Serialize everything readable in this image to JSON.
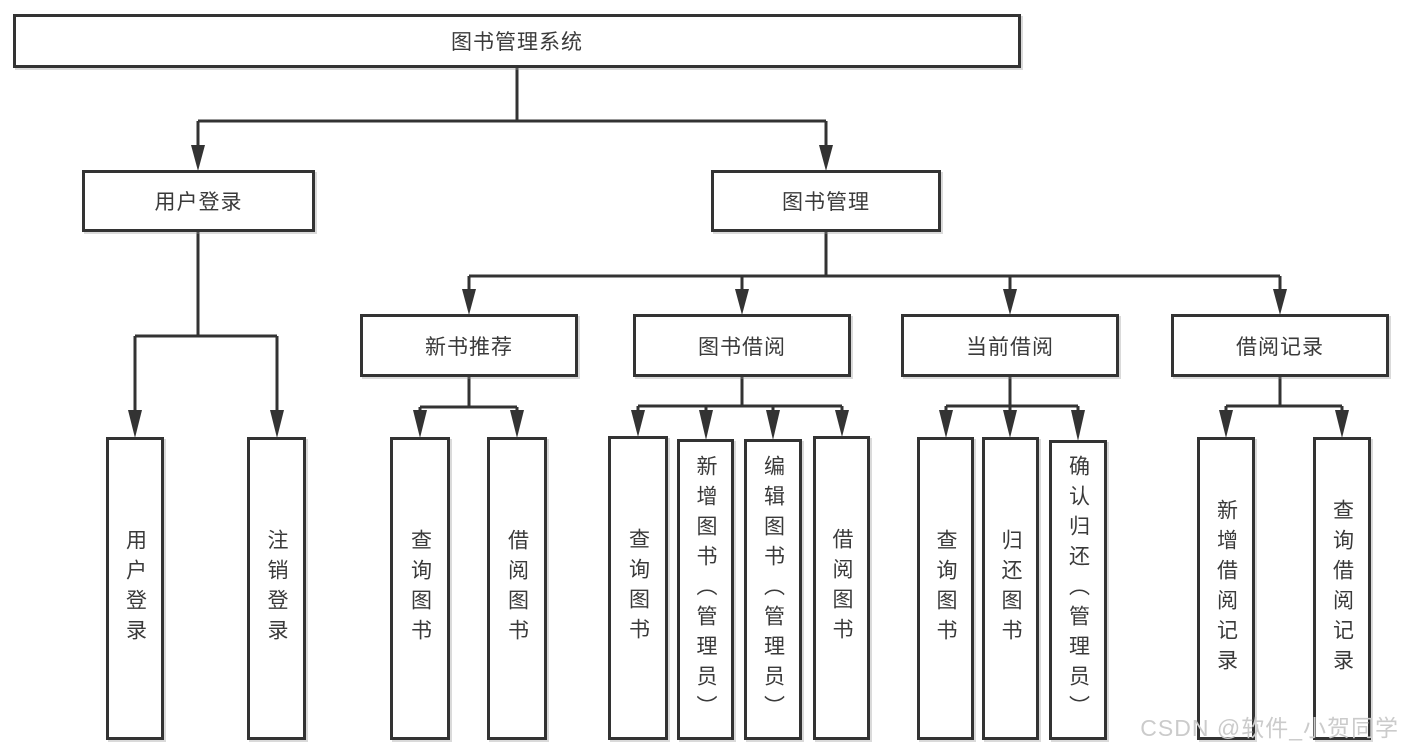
{
  "tree": {
    "root": "图书管理系统",
    "branches": [
      {
        "label": "用户登录",
        "leaves": [
          "用户登录",
          "注销登录"
        ]
      },
      {
        "label": "图书管理",
        "groups": [
          {
            "label": "新书推荐",
            "leaves": [
              "查询图书",
              "借阅图书"
            ]
          },
          {
            "label": "图书借阅",
            "leaves": [
              "查询图书",
              "新增图书（管理员）",
              "编辑图书（管理员）",
              "借阅图书"
            ]
          },
          {
            "label": "当前借阅",
            "leaves": [
              "查询图书",
              "归还图书",
              "确认归还（管理员）"
            ]
          },
          {
            "label": "借阅记录",
            "leaves": [
              "新增借阅记录",
              "查询借阅记录"
            ]
          }
        ]
      }
    ]
  },
  "watermark": {
    "text": "CSDN @软件_小贺同学"
  },
  "colors": {
    "line": "#333333",
    "text": "#3a3a3a",
    "watermark": "#cbcbcb",
    "background": "#ffffff"
  }
}
